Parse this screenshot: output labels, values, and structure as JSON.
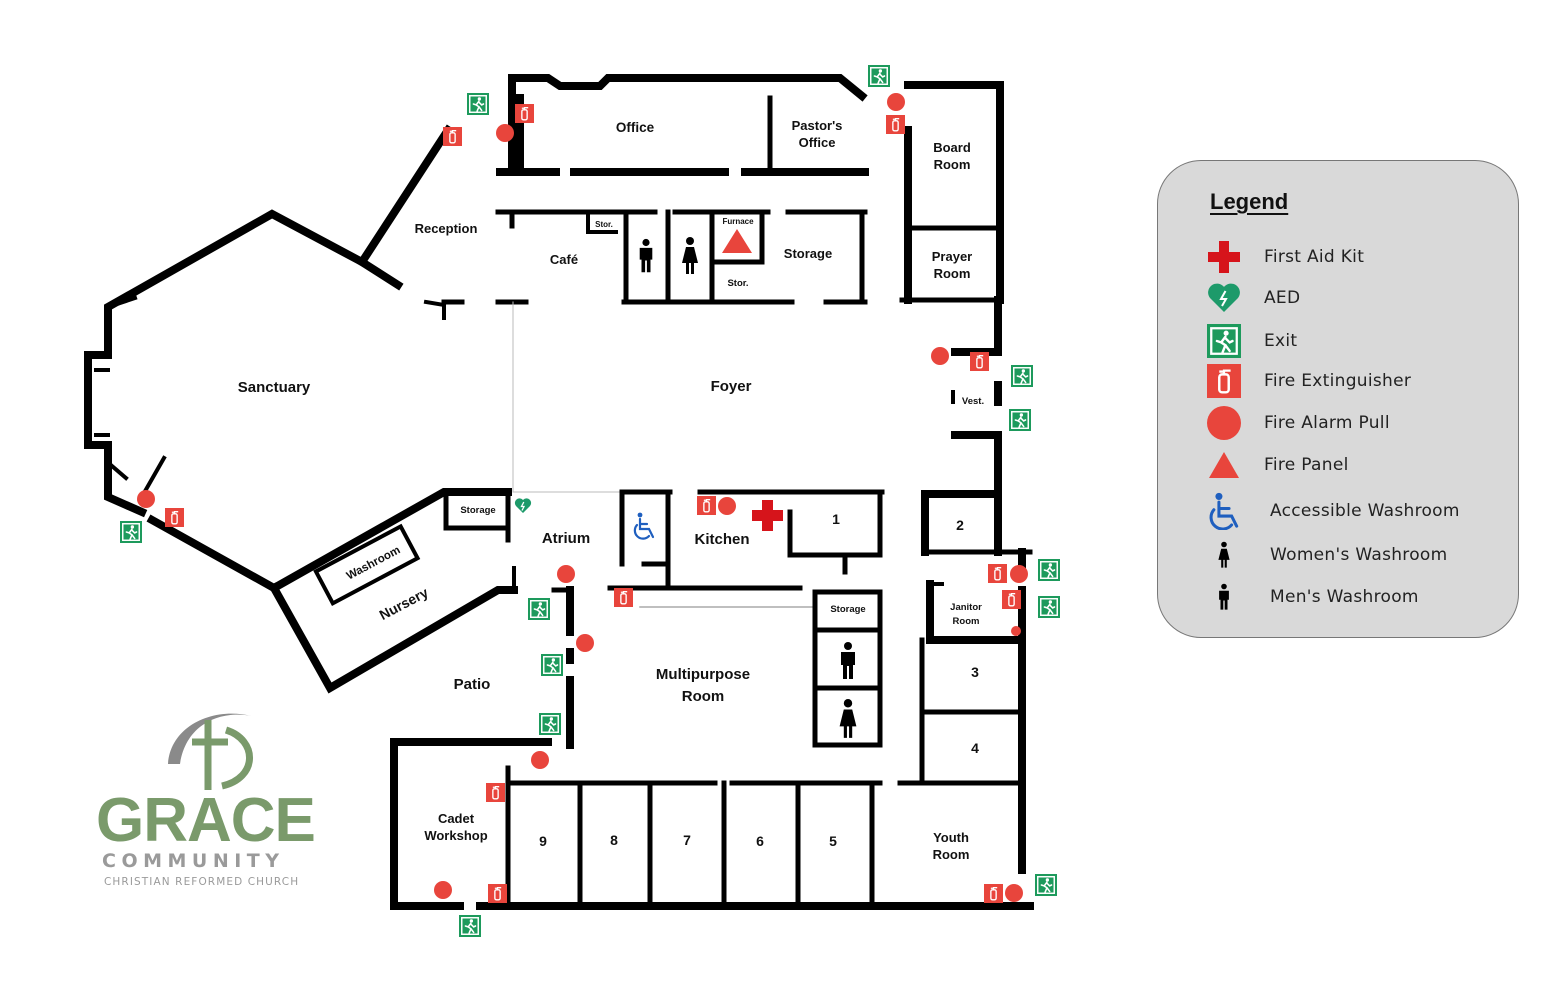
{
  "rooms": {
    "office": "Office",
    "pastors_office_1": "Pastor's",
    "pastors_office_2": "Office",
    "board_room_1": "Board",
    "board_room_2": "Room",
    "reception": "Reception",
    "cafe": "Café",
    "stor_top": "Stor.",
    "furnace": "Furnace",
    "stor_bottom": "Stor.",
    "storage_top": "Storage",
    "prayer_room_1": "Prayer",
    "prayer_room_2": "Room",
    "sanctuary": "Sanctuary",
    "foyer": "Foyer",
    "vest": "Vest.",
    "storage_nursery": "Storage",
    "atrium": "Atrium",
    "kitchen": "Kitchen",
    "room_1": "1",
    "room_2": "2",
    "washroom": "Washroom",
    "nursery": "Nursery",
    "storage_mp": "Storage",
    "janitor_room_1": "Janitor",
    "janitor_room_2": "Room",
    "multipurpose_1": "Multipurpose",
    "multipurpose_2": "Room",
    "patio": "Patio",
    "room_3": "3",
    "room_4": "4",
    "cadet_1": "Cadet",
    "cadet_2": "Workshop",
    "room_9": "9",
    "room_8": "8",
    "room_7": "7",
    "room_6": "6",
    "room_5": "5",
    "youth_1": "Youth",
    "youth_2": "Room"
  },
  "legend": {
    "title": "Legend",
    "items": [
      {
        "label": "First Aid Kit",
        "icon": "first-aid-icon"
      },
      {
        "label": "AED",
        "icon": "aed-icon"
      },
      {
        "label": "Exit",
        "icon": "exit-icon"
      },
      {
        "label": "Fire Extinguisher",
        "icon": "fire-extinguisher-icon"
      },
      {
        "label": "Fire Alarm Pull",
        "icon": "fire-alarm-pull-icon"
      },
      {
        "label": "Fire Panel",
        "icon": "fire-panel-icon"
      },
      {
        "label": "Accessible Washroom",
        "icon": "accessible-washroom-icon"
      },
      {
        "label": "Women's Washroom",
        "icon": "womens-washroom-icon"
      },
      {
        "label": "Men's Washroom",
        "icon": "mens-washroom-icon"
      }
    ]
  },
  "logo": {
    "name": "GRACE",
    "line2": "COMMUNITY",
    "line3": "CHRISTIAN REFORMED CHURCH"
  },
  "colors": {
    "wall": "#000000",
    "alarm": "#e8453c",
    "extinguisher": "#e8453c",
    "exit": "#1d9a5c",
    "aed": "#1d9a6a",
    "first_aid": "#d6141b",
    "accessible": "#1f5fbf",
    "legend_bg": "#d9d9d9",
    "logo_green": "#7a9a6b",
    "logo_gray": "#9a9a9a"
  }
}
